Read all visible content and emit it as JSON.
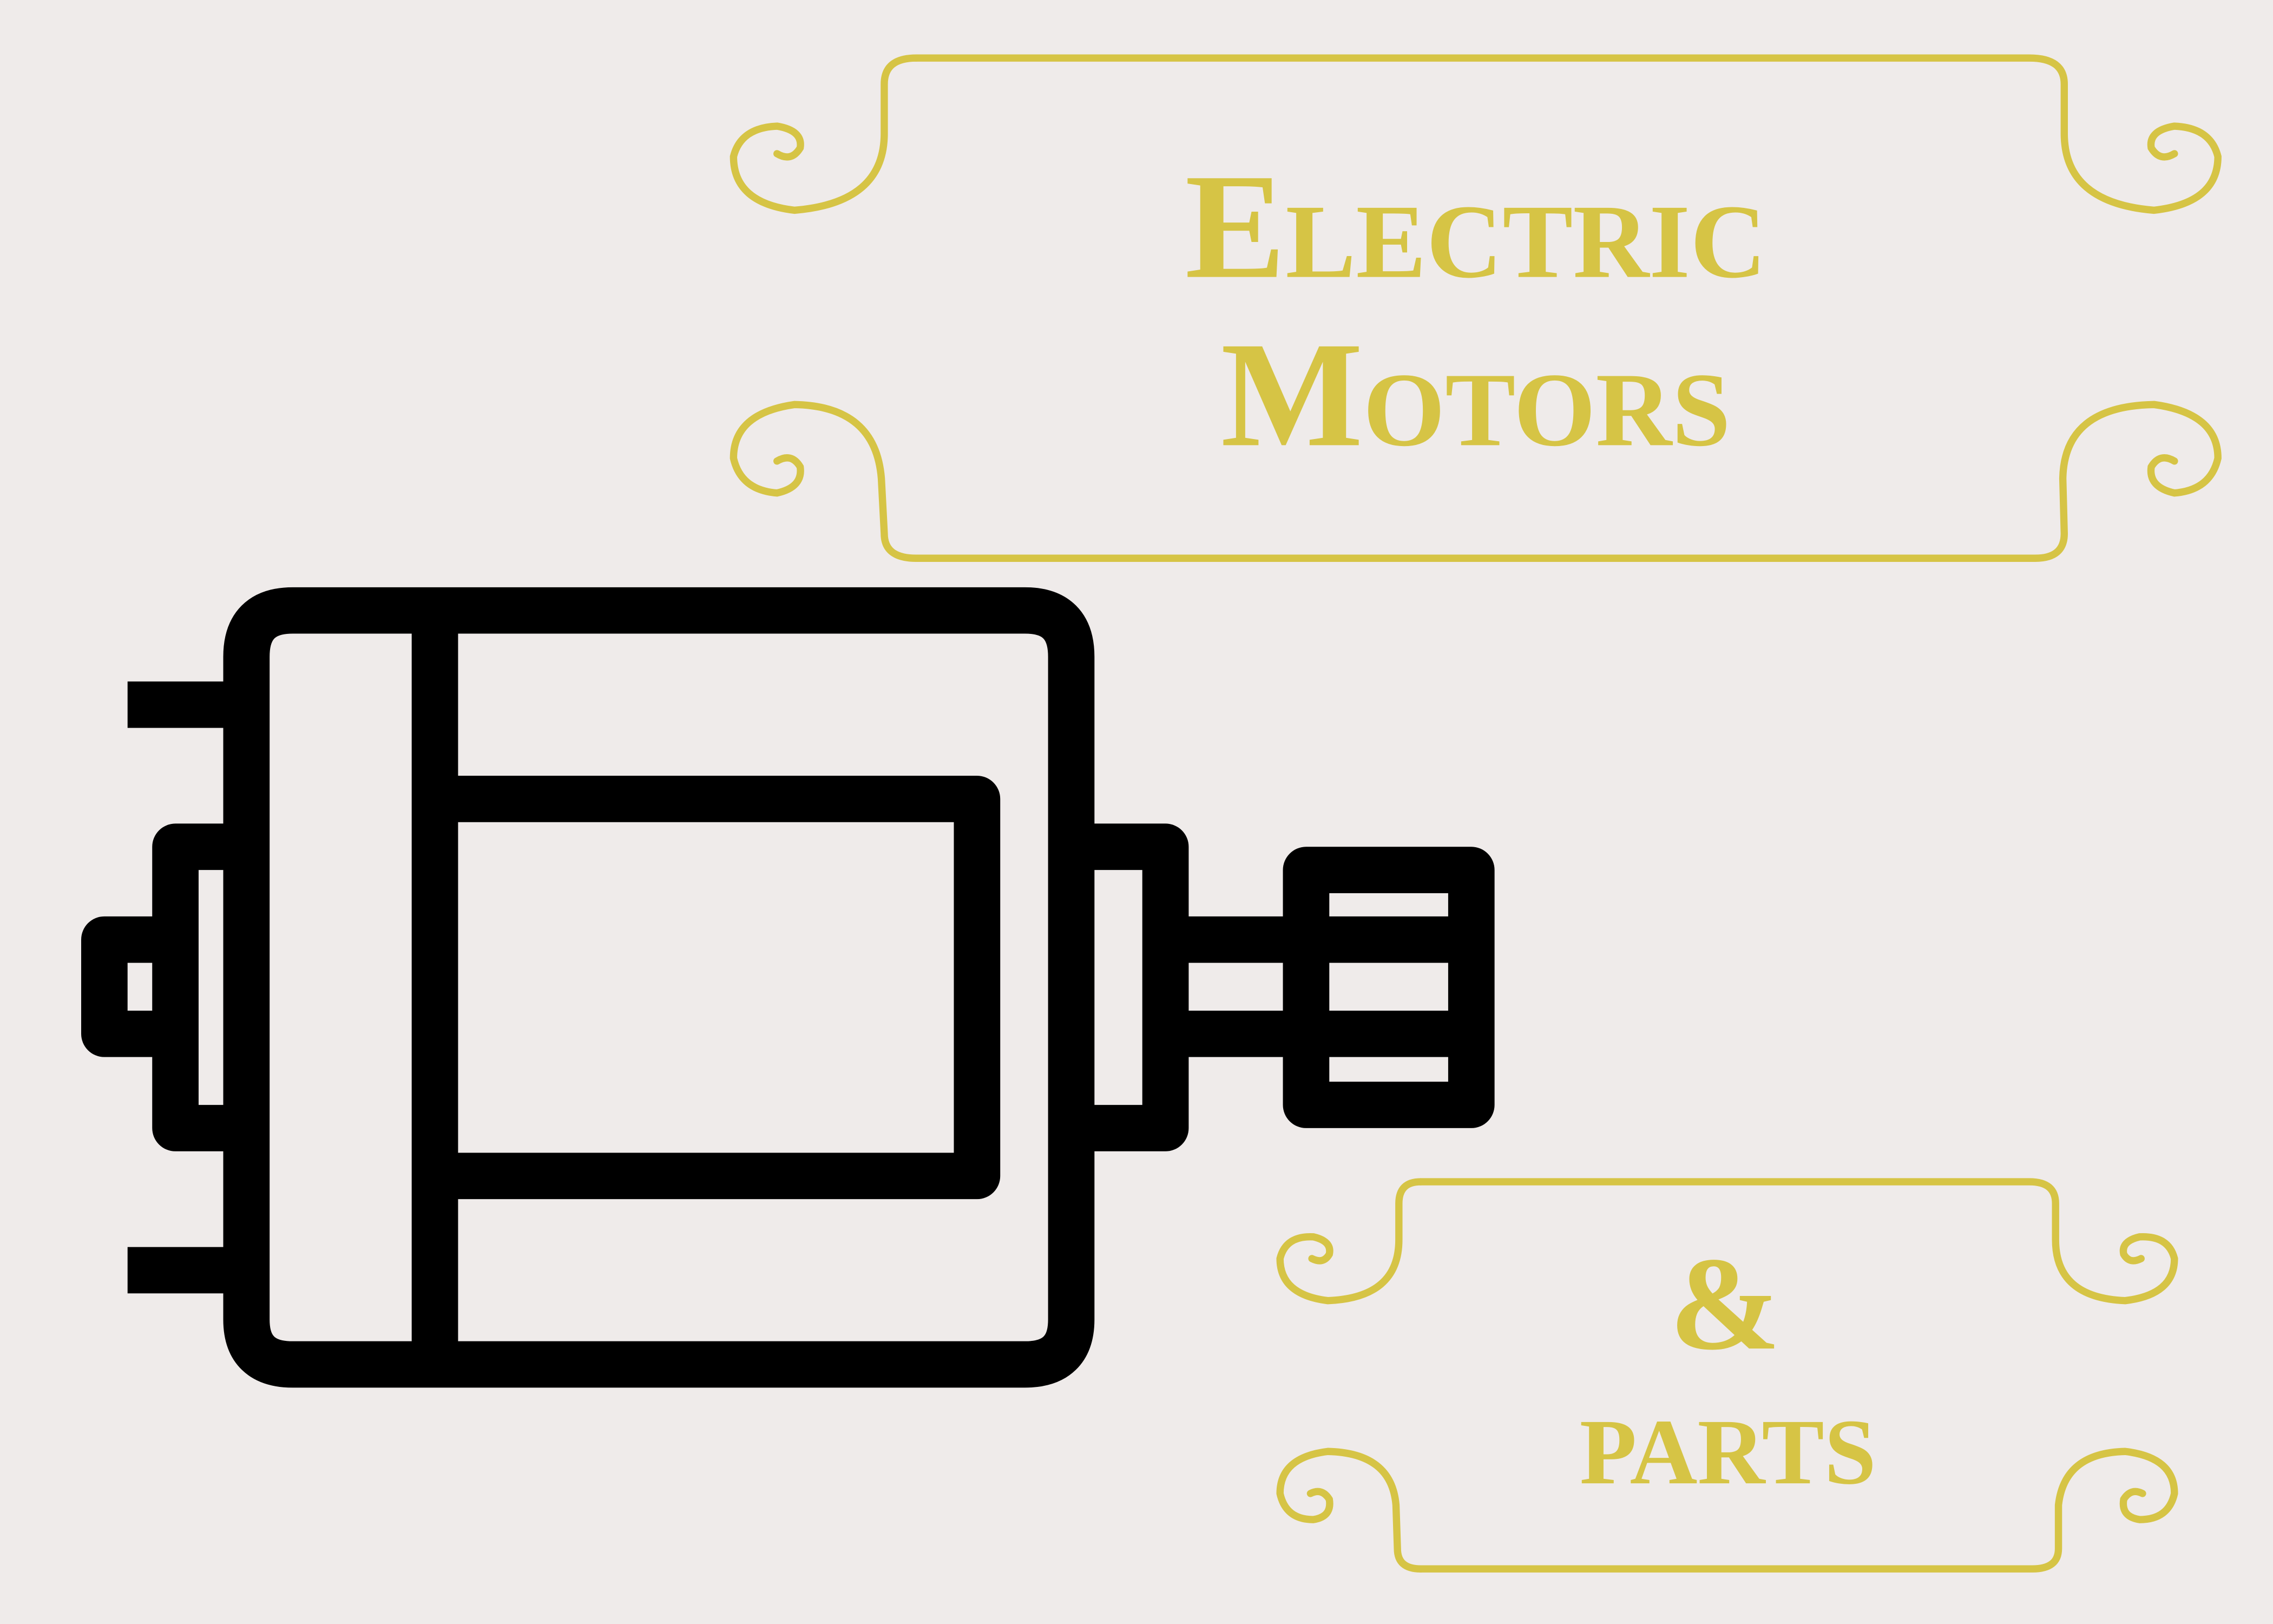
{
  "title": {
    "line1": "Electric",
    "line2": "Motors",
    "ampersand": "&",
    "line3": "parts"
  },
  "colors": {
    "background": "#efebea",
    "accent_gold": "#d6c445",
    "icon": "#000000"
  },
  "icons": {
    "main": "electric-motor-icon",
    "frames": "ornamental-scroll-frame"
  }
}
